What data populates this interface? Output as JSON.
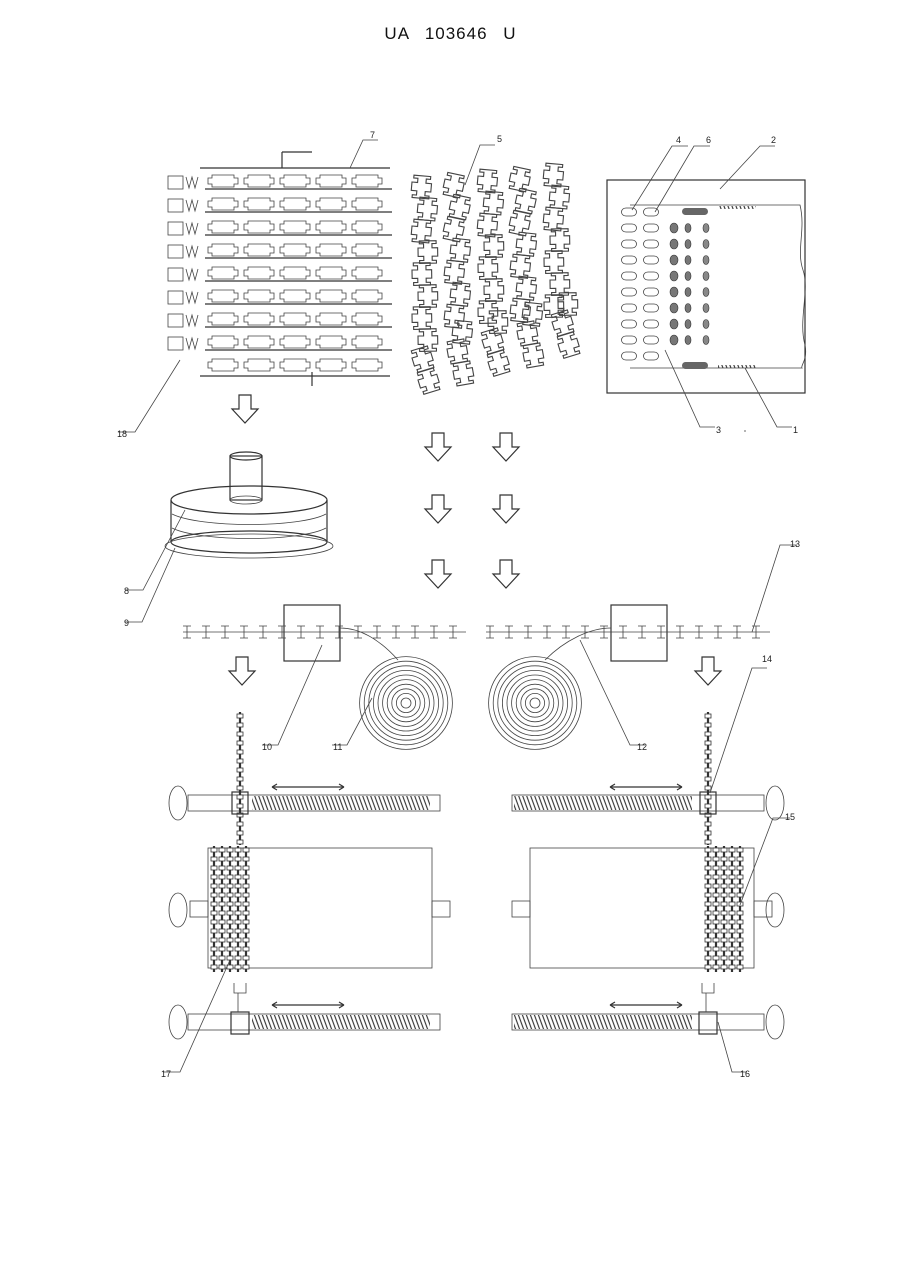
{
  "document": {
    "header": "UA 103646 U"
  },
  "callouts": [
    "1",
    "2",
    "3",
    "4",
    "5",
    "6",
    "7",
    "8",
    "9",
    "10",
    "11",
    "12",
    "13",
    "14",
    "15",
    "16",
    "17",
    "18"
  ]
}
